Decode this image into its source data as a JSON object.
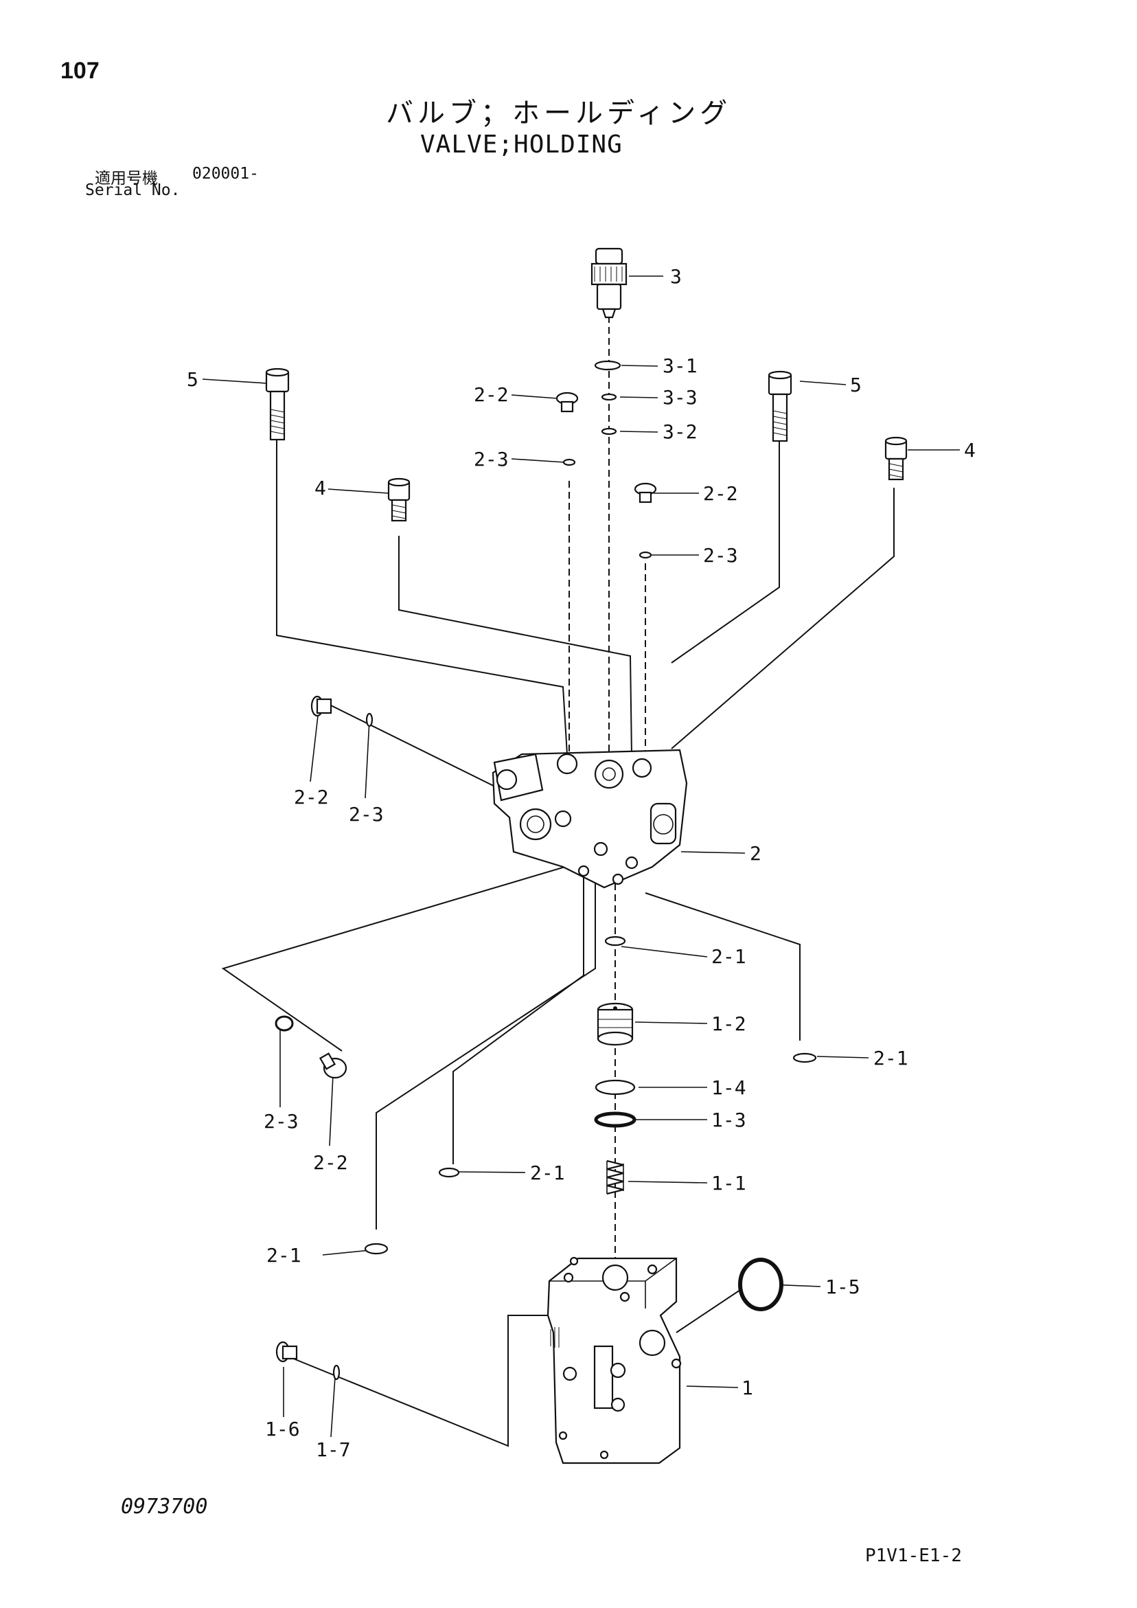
{
  "header": {
    "page_number": "107",
    "title_jp": "バルブ；ホールディング",
    "title_en": "VALVE;HOLDING",
    "serial_label_jp": "適用号機",
    "serial_value": "020001-",
    "serial_label_en": "Serial No."
  },
  "footer": {
    "doc_number": "0973700",
    "page_code": "P1V1-E1-2"
  },
  "callouts": {
    "c3": "3",
    "c3_1": "3-1",
    "c3_3": "3-3",
    "c3_2": "3-2",
    "c5_left": "5",
    "c5_right": "5",
    "c4_left": "4",
    "c4_right": "4",
    "c2_2_top": "2-2",
    "c2_3_top": "2-3",
    "c2_2_mid": "2-2",
    "c2_3_mid": "2-3",
    "c2_2_side": "2-2",
    "c2_3_side": "2-3",
    "c2": "2",
    "c2_1_a": "2-1",
    "c1_2": "1-2",
    "c2_1_right": "2-1",
    "c1_4": "1-4",
    "c1_3": "1-3",
    "c2_3_left": "2-3",
    "c2_2_left": "2-2",
    "c2_1_center": "2-1",
    "c1_1": "1-1",
    "c2_1_left": "2-1",
    "c1_5": "1-5",
    "c1": "1",
    "c1_6": "1-6",
    "c1_7": "1-7"
  }
}
